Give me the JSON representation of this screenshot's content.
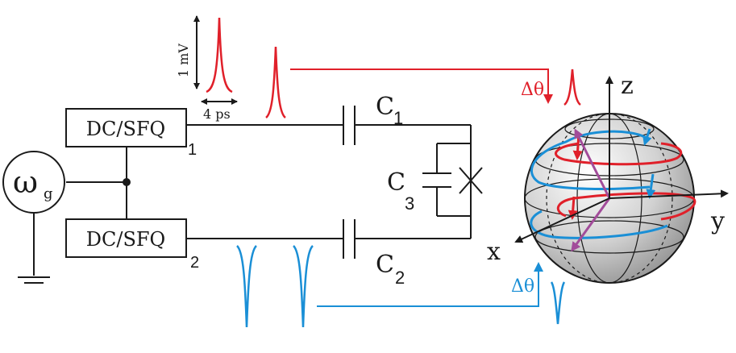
{
  "source": {
    "symbol": "ω",
    "subscript": "g"
  },
  "blocks": {
    "top": {
      "label": "DC/SFQ",
      "port": "1"
    },
    "bottom": {
      "label": "DC/SFQ",
      "port": "2"
    }
  },
  "capacitors": {
    "c1": {
      "letter": "C",
      "index": "1"
    },
    "c2": {
      "letter": "C",
      "index": "2"
    },
    "c3": {
      "letter": "C",
      "index": "3"
    }
  },
  "scale": {
    "voltage": "1 mV",
    "time": "4 ps"
  },
  "rotation": {
    "top": "Δθ",
    "bottom": "Δθ"
  },
  "axes": {
    "x": "x",
    "y": "y",
    "z": "z"
  },
  "colors": {
    "positive_pulse": "#e0202a",
    "negative_pulse": "#1a8fd6",
    "state_vector": "#a24c9a",
    "wire": "#1a1a1a",
    "sphere_fill": "#c8c8c8"
  }
}
